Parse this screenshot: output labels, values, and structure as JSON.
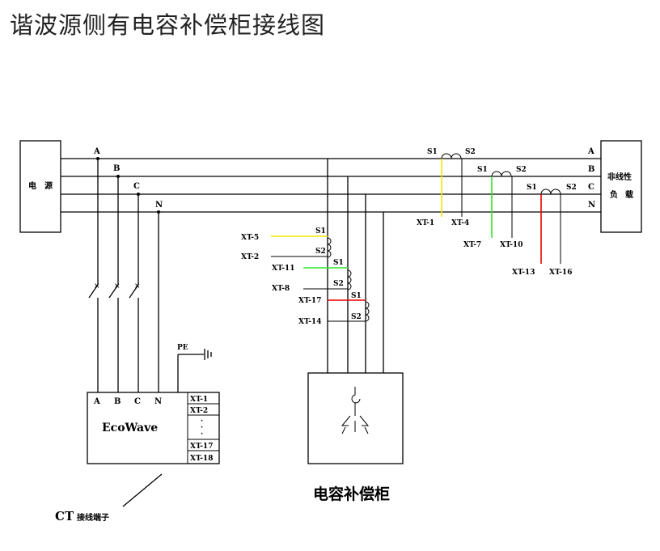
{
  "title": "谐波源侧有电容补偿柜接线图",
  "source": {
    "char1": "电",
    "char2": "源"
  },
  "load": {
    "line1": "非线性",
    "line2_a": "负",
    "line2_b": "载"
  },
  "phases": [
    "A",
    "B",
    "C",
    "N"
  ],
  "ct_terminal_labels": {
    "s1": "S1",
    "s2": "S2",
    "ct_a": [
      "XT-1",
      "XT-4"
    ],
    "ct_b": [
      "XT-7",
      "XT-10"
    ],
    "ct_c": [
      "XT-13",
      "XT-16"
    ]
  },
  "cap_ct_labels": {
    "a": [
      "XT-5",
      "XT-2"
    ],
    "b": [
      "XT-11",
      "XT-8"
    ],
    "c": [
      "XT-17",
      "XT-14"
    ]
  },
  "ecowave": {
    "name": "EcoWave",
    "inputs": [
      "A",
      "B",
      "C",
      "N"
    ],
    "pe": "PE",
    "terminals": [
      "XT-1",
      "XT-2",
      "XT-17",
      "XT-18"
    ]
  },
  "capacitor_cabinet_label": "电容补偿柜",
  "ct_connector_label": {
    "ct": "CT",
    "rest": "接线端子"
  },
  "colors": {
    "phase_a": "#f2e600",
    "phase_b": "#2ee62e",
    "phase_c": "#e60000"
  }
}
